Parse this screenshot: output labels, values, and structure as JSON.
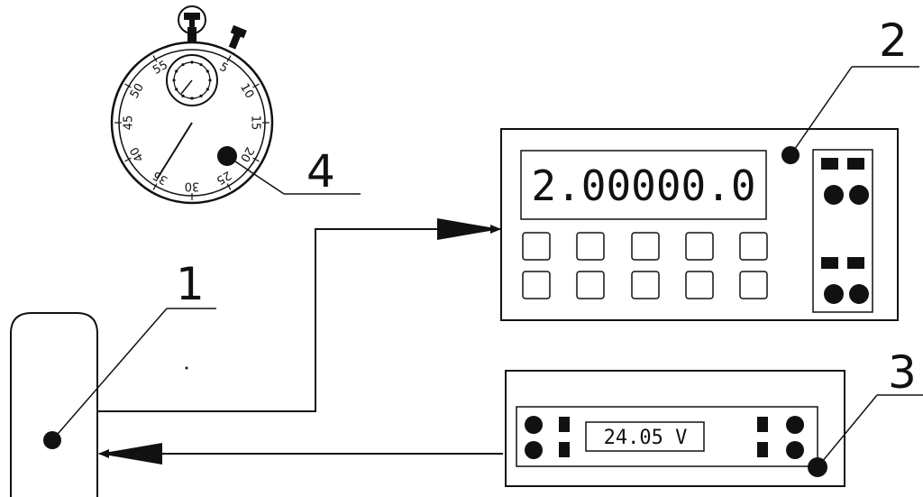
{
  "callouts": {
    "generator": "1",
    "frequency_counter": "2",
    "power_supply": "3",
    "stopwatch": "4"
  },
  "frequency_counter": {
    "display": "2.00000.0"
  },
  "power_supply": {
    "display": "24.05 V"
  },
  "stopwatch": {
    "scale_labels": [
      "5",
      "10",
      "15",
      "20",
      "25",
      "30",
      "35",
      "40",
      "45",
      "50",
      "55"
    ]
  }
}
